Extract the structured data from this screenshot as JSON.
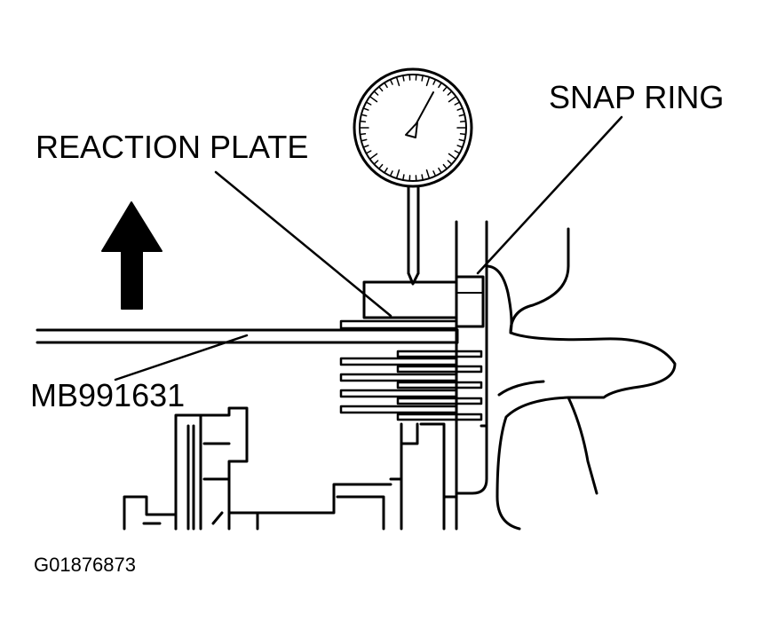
{
  "labels": {
    "reaction_plate": "REACTION PLATE",
    "snap_ring": "SNAP RING",
    "special_tool": "MB991631",
    "figure_id": "G01876873"
  },
  "colors": {
    "ink": "#000000",
    "paper": "#ffffff"
  },
  "icons": {
    "direction_arrow": "arrow-up-icon",
    "gauge": "dial-gauge-icon"
  }
}
